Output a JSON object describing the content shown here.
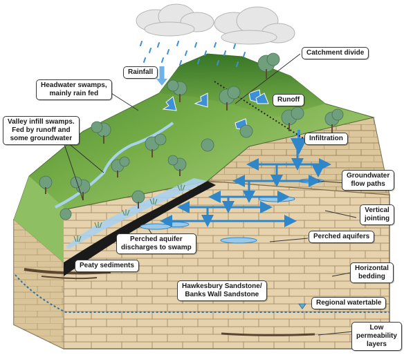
{
  "labels": {
    "rainfall": "Rainfall",
    "catchment_divide": "Catchment divide",
    "headwater_swamps_l1": "Headwater swamps,",
    "headwater_swamps_l2": "mainly rain fed",
    "runoff": "Runoff",
    "valley_infill_l1": "Valley infill swamps.",
    "valley_infill_l2": "Fed by runoff and",
    "valley_infill_l3": "some groundwater",
    "infiltration": "Infiltration",
    "groundwater_l1": "Groundwater",
    "groundwater_l2": "flow paths",
    "vertical_jointing_l1": "Vertical",
    "vertical_jointing_l2": "jointing",
    "perched_discharge_l1": "Perched aquifer",
    "perched_discharge_l2": "discharges to swamp",
    "perched_aquifers": "Perched aquifers",
    "peaty_sediments": "Peaty sediments",
    "horizontal_bedding_l1": "Horizontal",
    "horizontal_bedding_l2": "bedding",
    "sandstone_l1": "Hawkesbury Sandstone/",
    "sandstone_l2": "Banks Wall Sandstone",
    "regional_watertable": "Regional watertable",
    "low_perm_l1": "Low",
    "low_perm_l2": "permeability",
    "low_perm_l3": "layers"
  },
  "colors": {
    "sky": "#ffffff",
    "cloud": "#dcdcdc",
    "rain": "#3f8fd6",
    "grass_top": "#3f8a2e",
    "grass_light": "#a9cf72",
    "sandstone": "#e6d3ad",
    "sandstone_line": "#a8916a",
    "peat": "#1a1a1a",
    "water": "#2f86c8",
    "water_light": "#a8d2ee",
    "tree_leaf": "#6f9f7c"
  }
}
